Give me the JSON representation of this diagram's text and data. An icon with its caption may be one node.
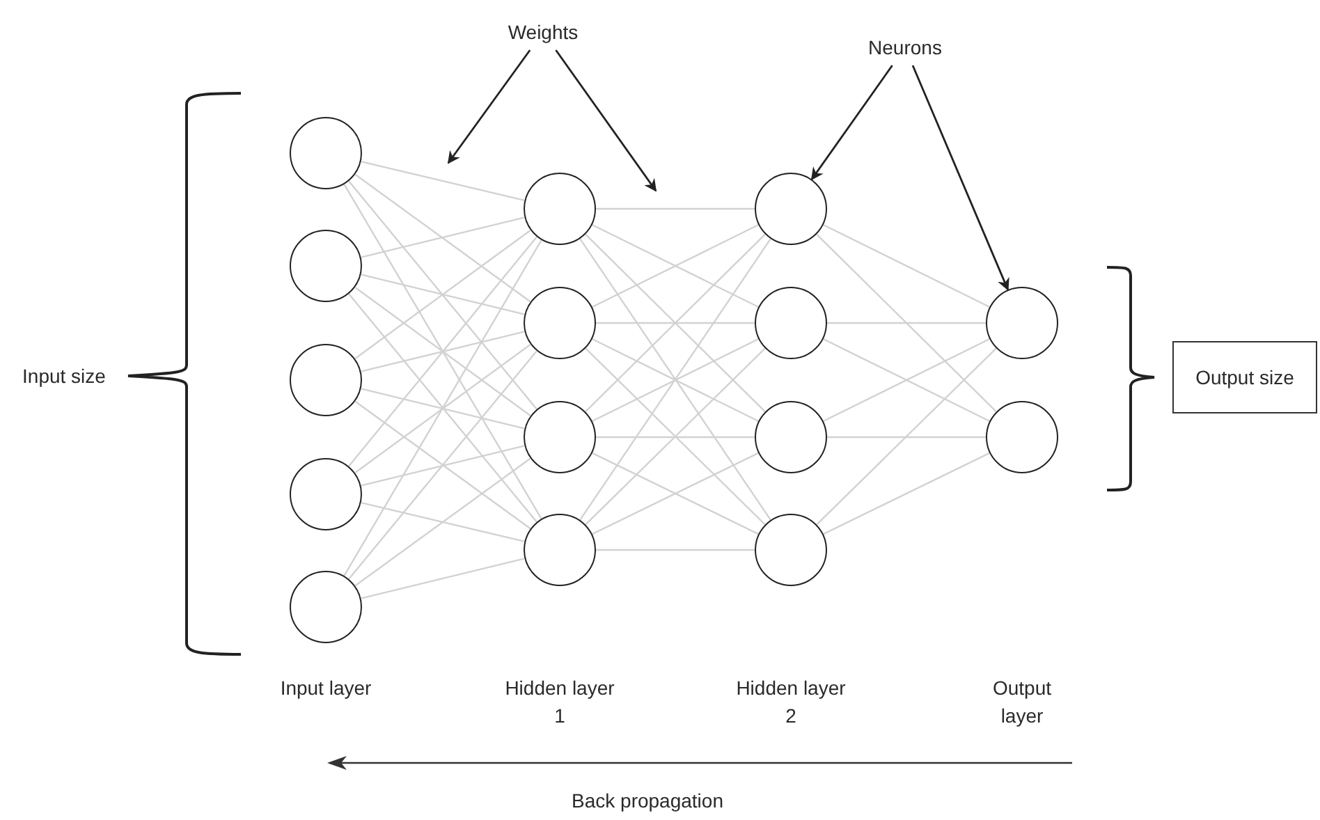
{
  "diagram": {
    "nodes": [
      {
        "text": [
          "Weights"
        ]
      },
      {
        "text": [
          "Neurons"
        ]
      },
      {
        "text": [
          "Input size"
        ]
      },
      {
        "text": [
          "Output size"
        ]
      },
      {
        "text": [],
        "shape": "circle"
      },
      {
        "text": [],
        "shape": "circle"
      },
      {
        "text": [],
        "shape": "circle"
      },
      {
        "text": [],
        "shape": "circle"
      },
      {
        "text": [],
        "shape": "circle"
      },
      {
        "text": [],
        "shape": "circle"
      },
      {
        "text": [],
        "shape": "circle"
      },
      {
        "text": [],
        "shape": "circle"
      },
      {
        "text": [],
        "shape": "circle"
      },
      {
        "text": [],
        "shape": "circle"
      },
      {
        "text": [],
        "shape": "circle"
      },
      {
        "text": [],
        "shape": "circle"
      },
      {
        "text": [],
        "shape": "circle"
      },
      {
        "text": [],
        "shape": "circle"
      },
      {
        "text": [],
        "shape": "circle"
      }
    ],
    "edges": [
      {
        "from": 0,
        "to": null,
        "arrow": "to",
        "color": "#222222"
      },
      {
        "from": 0,
        "to": null,
        "arrow": "to",
        "color": "#222222"
      },
      {
        "from": 1,
        "to": 13,
        "arrow": "to",
        "color": "#222222"
      },
      {
        "from": 1,
        "to": 17,
        "arrow": "to",
        "color": "#222222"
      },
      {
        "from": 4,
        "to": 9,
        "arrow": "none"
      },
      {
        "from": 4,
        "to": 10,
        "arrow": "none"
      },
      {
        "from": 4,
        "to": 11,
        "arrow": "none"
      },
      {
        "from": 4,
        "to": 12,
        "arrow": "none"
      },
      {
        "from": 5,
        "to": 9,
        "arrow": "none"
      },
      {
        "from": 5,
        "to": 10,
        "arrow": "none"
      },
      {
        "from": 5,
        "to": 11,
        "arrow": "none"
      },
      {
        "from": 5,
        "to": 12,
        "arrow": "none"
      },
      {
        "from": 6,
        "to": 9,
        "arrow": "none"
      },
      {
        "from": 6,
        "to": 10,
        "arrow": "none"
      },
      {
        "from": 6,
        "to": 11,
        "arrow": "none"
      },
      {
        "from": 6,
        "to": 12,
        "arrow": "none"
      },
      {
        "from": 7,
        "to": 9,
        "arrow": "none"
      },
      {
        "from": 7,
        "to": 10,
        "arrow": "none"
      },
      {
        "from": 7,
        "to": 11,
        "arrow": "none"
      },
      {
        "from": 7,
        "to": 12,
        "arrow": "none"
      },
      {
        "from": 8,
        "to": 9,
        "arrow": "none"
      },
      {
        "from": 8,
        "to": 10,
        "arrow": "none"
      },
      {
        "from": 8,
        "to": 11,
        "arrow": "none"
      },
      {
        "from": 8,
        "to": 12,
        "arrow": "none"
      },
      {
        "from": 9,
        "to": 13,
        "arrow": "none"
      },
      {
        "from": 9,
        "to": 14,
        "arrow": "none"
      },
      {
        "from": 9,
        "to": 15,
        "arrow": "none"
      },
      {
        "from": 9,
        "to": 16,
        "arrow": "none"
      },
      {
        "from": 10,
        "to": 13,
        "arrow": "none"
      },
      {
        "from": 10,
        "to": 14,
        "arrow": "none"
      },
      {
        "from": 10,
        "to": 15,
        "arrow": "none"
      },
      {
        "from": 10,
        "to": 16,
        "arrow": "none"
      },
      {
        "from": 11,
        "to": 13,
        "arrow": "none"
      },
      {
        "from": 11,
        "to": 14,
        "arrow": "none"
      },
      {
        "from": 11,
        "to": 15,
        "arrow": "none"
      },
      {
        "from": 11,
        "to": 16,
        "arrow": "none"
      },
      {
        "from": 12,
        "to": 13,
        "arrow": "none"
      },
      {
        "from": 12,
        "to": 14,
        "arrow": "none"
      },
      {
        "from": 12,
        "to": 15,
        "arrow": "none"
      },
      {
        "from": 12,
        "to": 16,
        "arrow": "none"
      },
      {
        "from": 13,
        "to": 17,
        "arrow": "none"
      },
      {
        "from": 13,
        "to": 18,
        "arrow": "none"
      },
      {
        "from": 14,
        "to": 17,
        "arrow": "none"
      },
      {
        "from": 14,
        "to": 18,
        "arrow": "none"
      },
      {
        "from": 15,
        "to": 17,
        "arrow": "none"
      },
      {
        "from": 15,
        "to": 18,
        "arrow": "none"
      },
      {
        "from": 16,
        "to": 17,
        "arrow": "none"
      },
      {
        "from": 16,
        "to": 18,
        "arrow": "none"
      }
    ],
    "labels": [
      "Input layer",
      "Hidden layer 1",
      "Hidden layer 2",
      "Output layer",
      "Back propagation"
    ]
  }
}
